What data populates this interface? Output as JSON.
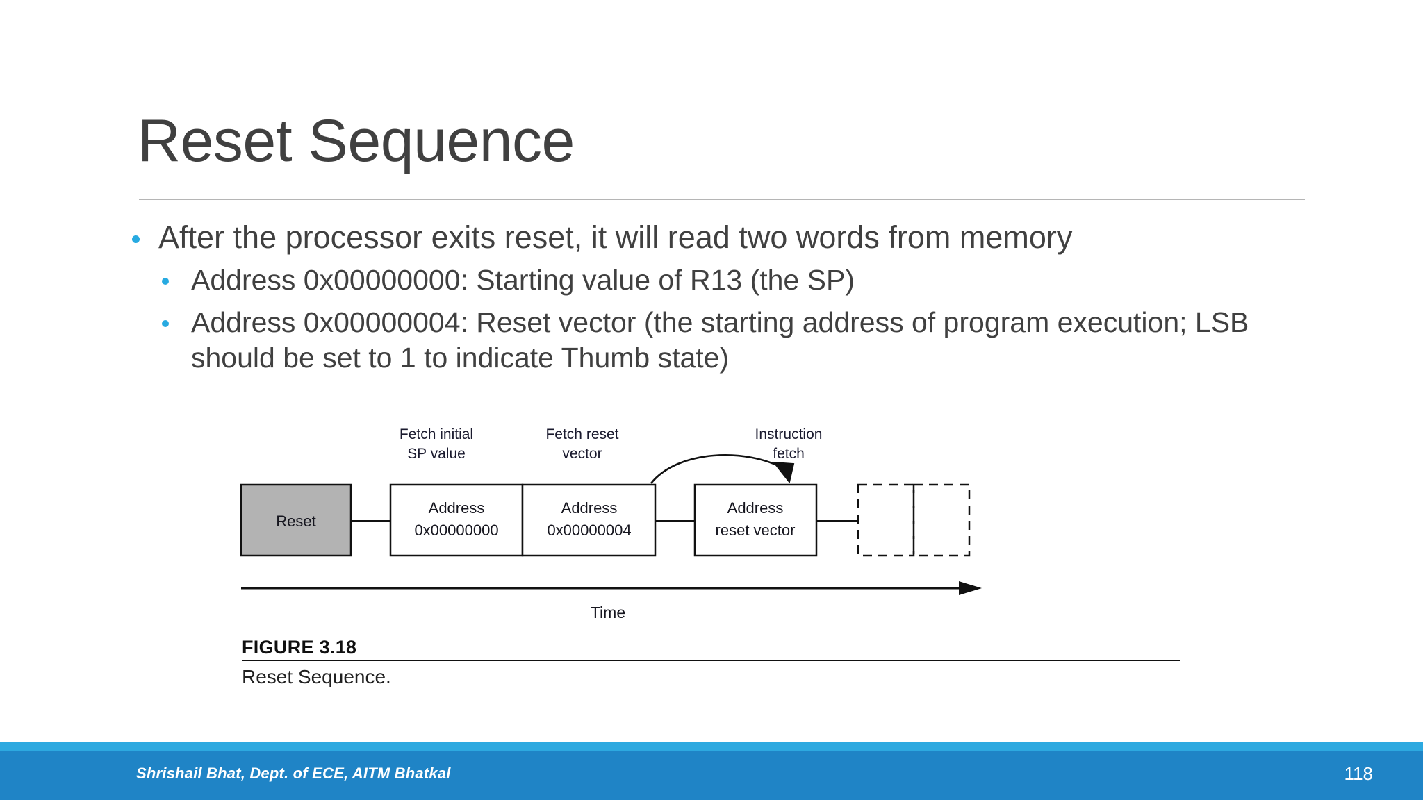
{
  "slide": {
    "title": "Reset Sequence",
    "page_number": "118",
    "accent_color": "#27AAE1",
    "title_color": "#404040",
    "footer_band_color": "#1F84C6",
    "footer_stripe_color": "#2DA9E0"
  },
  "body": {
    "bullets": [
      {
        "level": 1,
        "text": "After the processor exits reset, it will read two words from memory"
      },
      {
        "level": 2,
        "text": "Address 0x00000000: Starting value of R13 (the SP)"
      },
      {
        "level": 2,
        "text": "Address 0x00000004: Reset vector (the starting address of program execution; LSB should be set to 1 to indicate Thumb state)"
      }
    ]
  },
  "figure": {
    "labels": [
      {
        "line1": "Fetch initial",
        "line2": "SP value"
      },
      {
        "line1": "Fetch reset",
        "line2": "vector"
      },
      {
        "line1": "Instruction",
        "line2": "fetch"
      }
    ],
    "boxes": [
      {
        "name": "reset",
        "line1": "Reset",
        "line2": "",
        "fill": "#b3b3b3",
        "style": "solid"
      },
      {
        "name": "addr-0",
        "line1": "Address",
        "line2": "0x00000000",
        "fill": "#ffffff",
        "style": "solid"
      },
      {
        "name": "addr-4",
        "line1": "Address",
        "line2": "0x00000004",
        "fill": "#ffffff",
        "style": "solid"
      },
      {
        "name": "reset-vector",
        "line1": "Address",
        "line2": "reset vector",
        "fill": "#ffffff",
        "style": "solid"
      },
      {
        "name": "future-1",
        "line1": "",
        "line2": "",
        "fill": "#ffffff",
        "style": "dashed"
      },
      {
        "name": "future-2",
        "line1": "",
        "line2": "",
        "fill": "#ffffff",
        "style": "dashed"
      }
    ],
    "axis_label": "Time",
    "caption_label": "FIGURE 3.18",
    "caption_text": "Reset Sequence."
  },
  "footer": {
    "credit": "Shrishail Bhat, Dept. of ECE, AITM Bhatkal"
  }
}
